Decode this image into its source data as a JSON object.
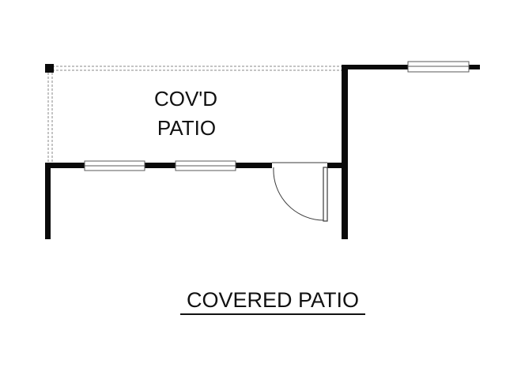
{
  "room_label": {
    "line1": "COV'D",
    "line2": "PATIO"
  },
  "plan_title": "COVERED PATIO",
  "colors": {
    "wall": "#0a0a0a",
    "background": "#ffffff",
    "dashed_line": "#8a8a8a"
  }
}
